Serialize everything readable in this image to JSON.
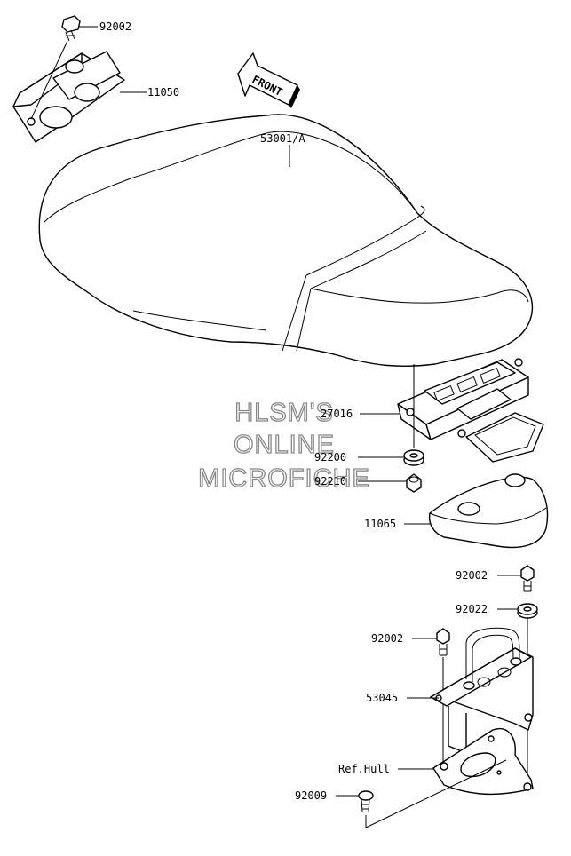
{
  "diagram": {
    "part_labels": {
      "p92002_top": "92002",
      "p11050": "11050",
      "p53001A": "53001/A",
      "p27016": "27016",
      "p92200": "92200",
      "p92210": "92210",
      "p11065": "11065",
      "p92002_mid": "92002",
      "p92022": "92022",
      "p92002_low": "92002",
      "p53045": "53045",
      "ref_hull": "Ref.Hull",
      "p92009": "92009"
    },
    "front_arrow_label": "FRONT",
    "watermark": {
      "line1": "HLSM'S",
      "line2": "ONLINE",
      "line3": "MICROFICHE"
    }
  }
}
